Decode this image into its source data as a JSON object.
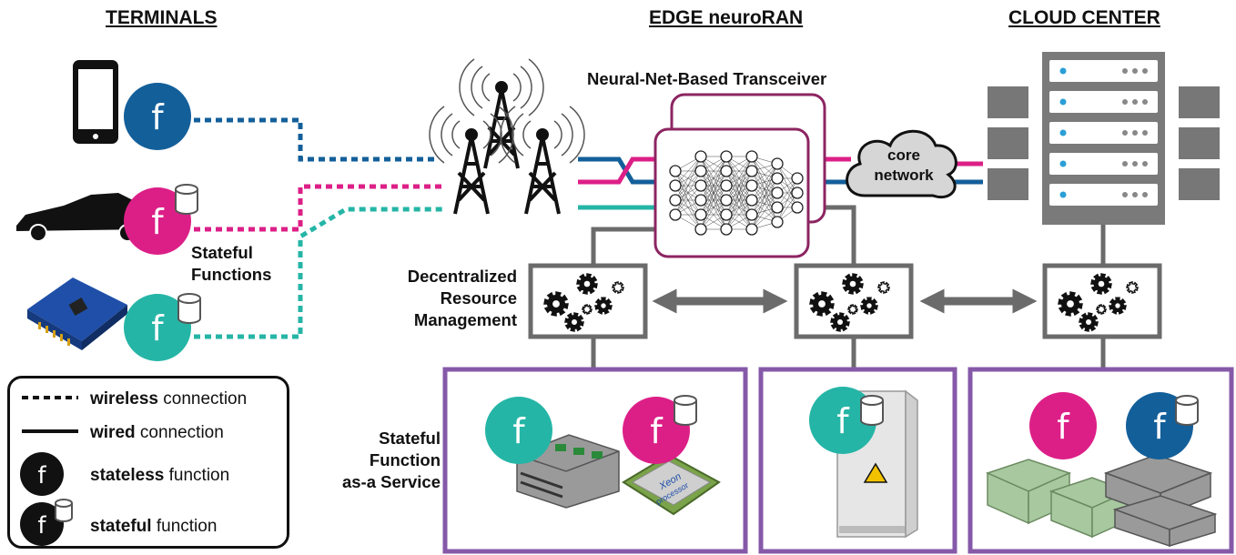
{
  "headers": {
    "terminals": "TERMINALS",
    "edge": "EDGE neuroRAN",
    "cloud": "CLOUD CENTER"
  },
  "labels": {
    "transceiver": "Neural-Net-Based Transceiver",
    "core_line1": "core",
    "core_line2": "network",
    "stateful_fn_line1": "Stateful",
    "stateful_fn_line2": "Functions",
    "drm_line1": "Decentralized",
    "drm_line2": "Resource",
    "drm_line3": "Management",
    "sfaas_line1": "Stateful",
    "sfaas_line2": "Function",
    "sfaas_line3": "as-a Service",
    "function_symbol": "f",
    "xeon_line1": "Xeon",
    "xeon_line2": "processor"
  },
  "legend": {
    "wireless_bold": "wireless",
    "wireless_rest": " connection",
    "wired_bold": "wired",
    "wired_rest": " connection",
    "stateless_bold": "stateless",
    "stateless_rest": " function",
    "stateful_bold": "stateful",
    "stateful_rest": " function"
  },
  "colors": {
    "blue": "#135f9a",
    "magenta": "#dc1f87",
    "teal": "#25b5a6",
    "purple": "#8559a8",
    "maroon": "#8c2562",
    "gray": "#6b6b6b",
    "black": "#111111"
  }
}
